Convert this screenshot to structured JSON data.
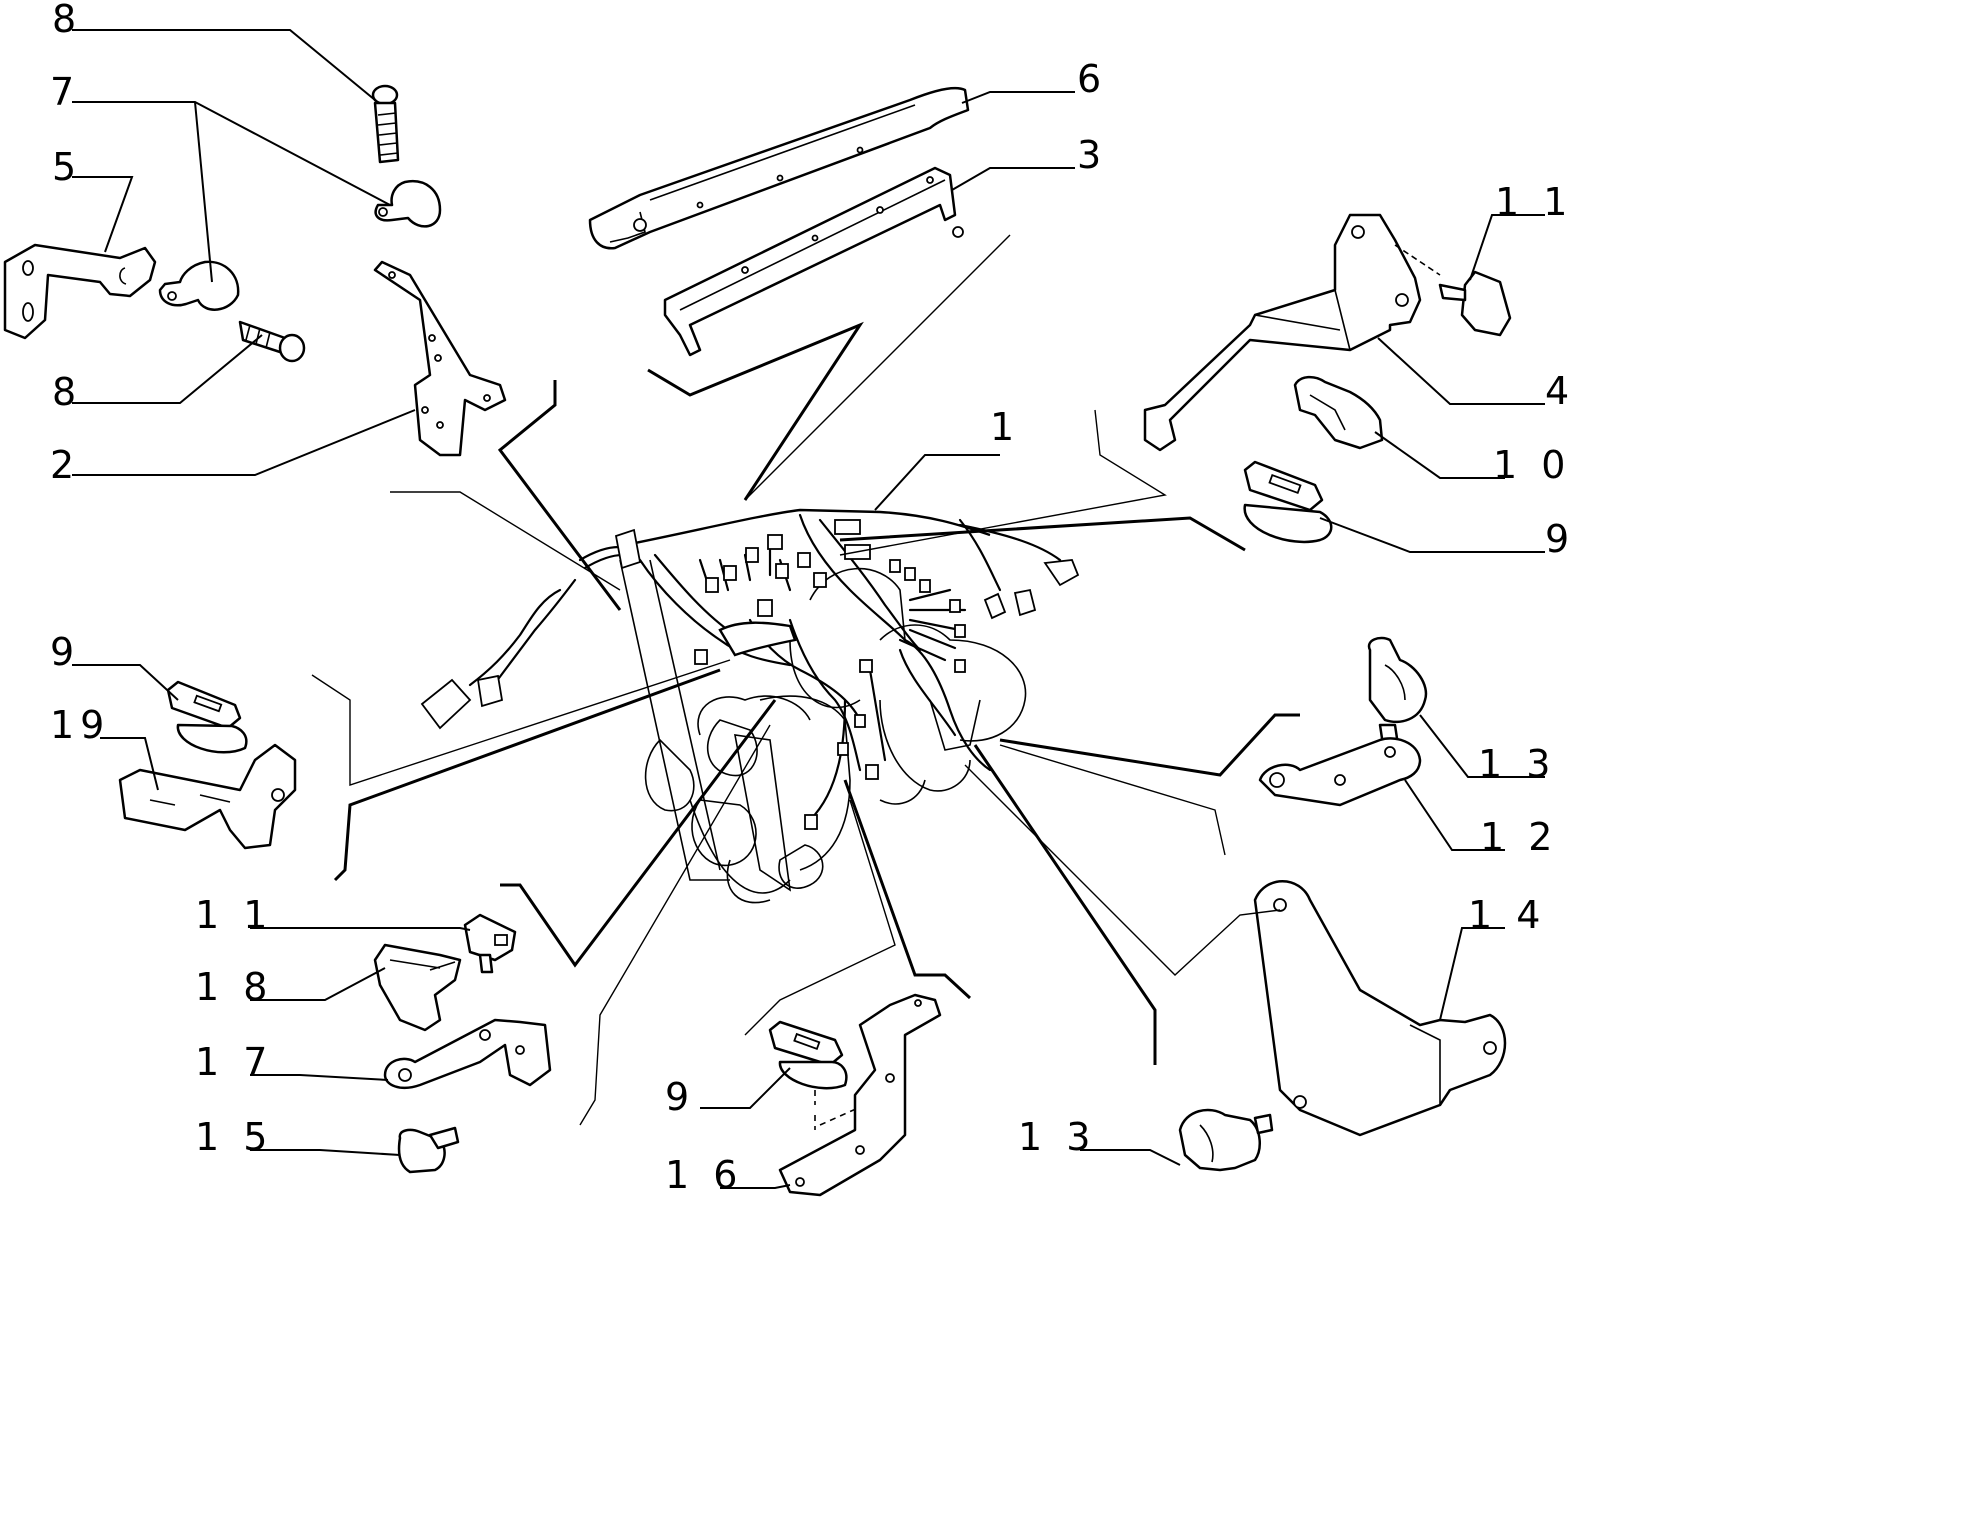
{
  "diagram": {
    "callouts": {
      "c8a": "8",
      "c7": "7",
      "c5": "5",
      "c8b": "8",
      "c2": "2",
      "c6": "6",
      "c3": "3",
      "c1": "1",
      "c11a": "1 1",
      "c4": "4",
      "c10": "1 0",
      "c9a": "9",
      "c9b": "9",
      "c19": "19",
      "c13a": "1 3",
      "c12": "1 2",
      "c14": "1 4",
      "c11b": "1 1",
      "c18": "1 8",
      "c17": "1 7",
      "c15": "1 5",
      "c9c": "9",
      "c16": "1 6",
      "c13b": "1 3"
    }
  }
}
